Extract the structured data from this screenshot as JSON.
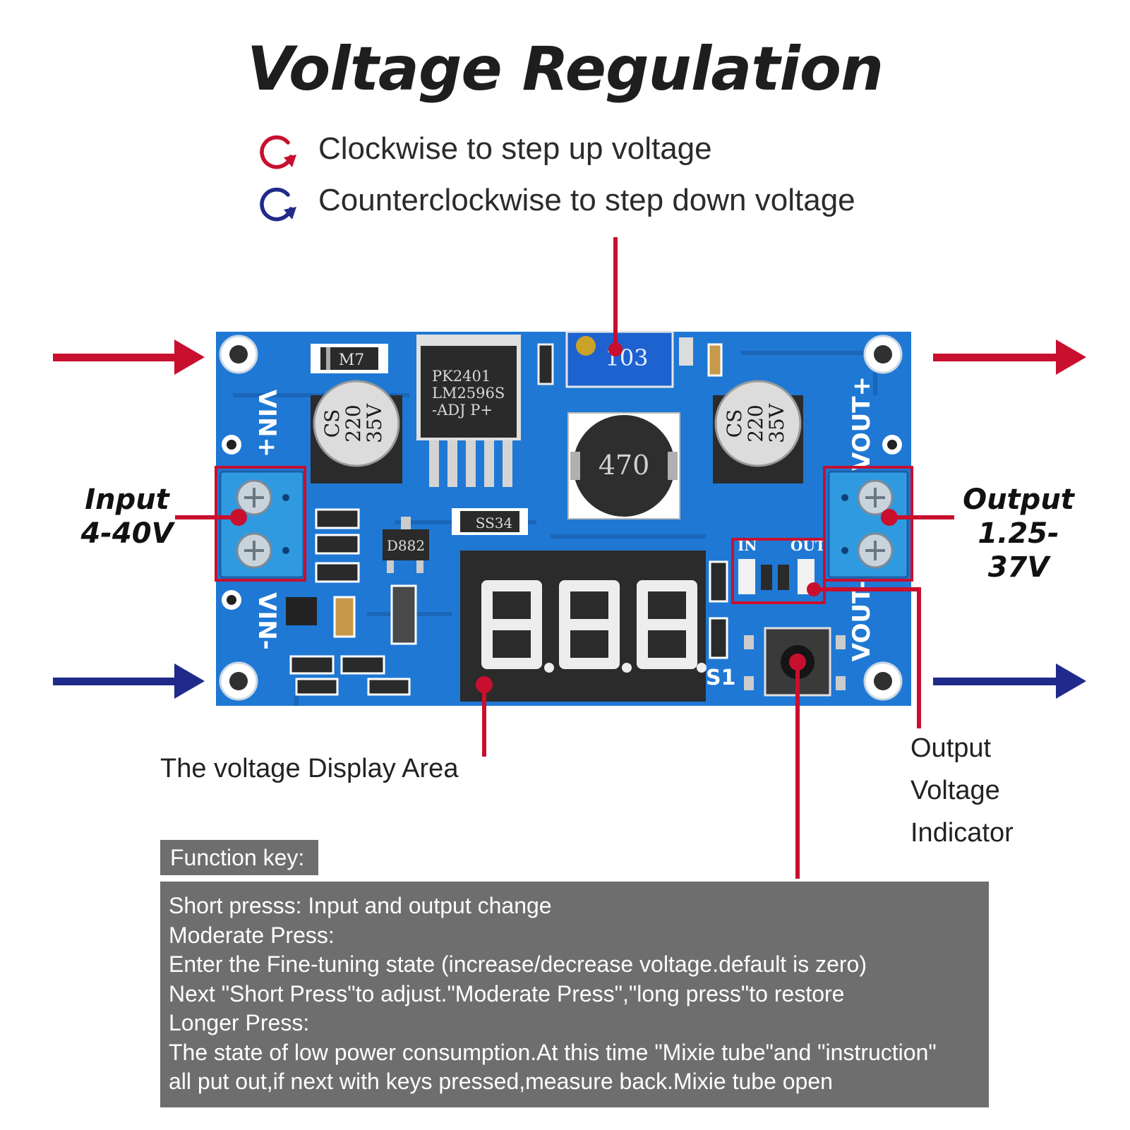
{
  "title": "Voltage Regulation",
  "legend": {
    "clockwise": "Clockwise to step up voltage",
    "counterclockwise": "Counterclockwise to step down voltage"
  },
  "input_label": {
    "line1": "Input",
    "line2": "4-40V"
  },
  "output_label": {
    "line1": "Output",
    "line2": "1.25-37V"
  },
  "display_caption": "The voltage Display Area",
  "indicator_caption": {
    "line1": "Output",
    "line2": "Voltage",
    "line3": "Indicator"
  },
  "board": {
    "vin_plus": "VIN+",
    "vin_minus": "VIN-",
    "vout_plus": "VOUT+",
    "vout_minus": "VOUT-",
    "chip_line1": "PK2401",
    "chip_line2": "LM2596S",
    "chip_line3": "-ADJ P+",
    "diode_top": "M7",
    "cap_left": [
      "CS",
      "220",
      "35V"
    ],
    "cap_right": [
      "CS",
      "220",
      "35V"
    ],
    "inductor": "470",
    "pot": "103",
    "diode_ss34": "SS34",
    "transistor": "D882",
    "indicator_in": "IN",
    "indicator_out": "OUT",
    "button": "S1"
  },
  "function_key": {
    "heading": "Function key:",
    "lines": [
      "Short presss: Input and output change",
      "Moderate Press:",
      "Enter the Fine-tuning state (increase/decrease voltage.default is zero)",
      "Next \"Short  Press\"to adjust.\"Moderate Press\",\"long press\"to restore",
      "Longer Press:",
      "The state of low power consumption.At this time \"Mixie tube\"and \"instruction\"",
      "all put out,if next with keys pressed,measure back.Mixie tube open"
    ]
  },
  "colors": {
    "accent_red": "#c8102e",
    "accent_blue": "#1f2a8a",
    "pcb_blue": "#1f78d4",
    "key_box_gray": "#6e6e6e"
  }
}
